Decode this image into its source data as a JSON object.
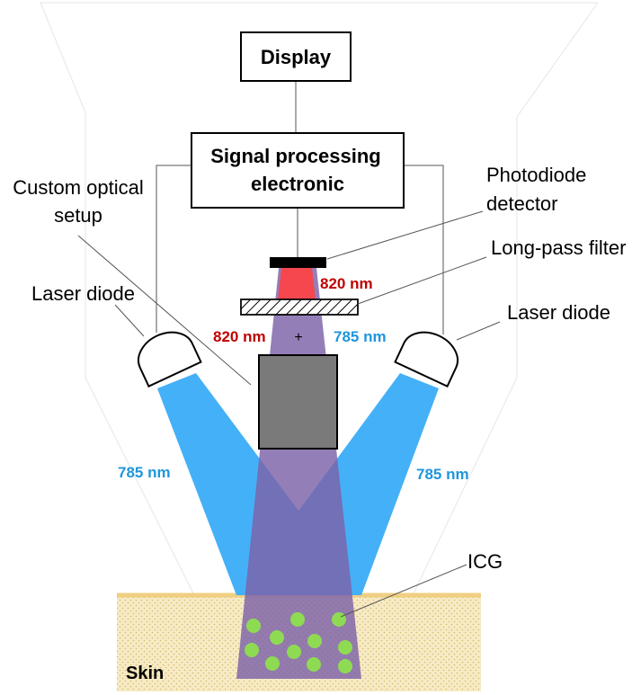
{
  "boxes": {
    "display": "Display",
    "signal_line1": "Signal processing",
    "signal_line2": "electronic"
  },
  "labels": {
    "custom_optical_line1": "Custom optical",
    "custom_optical_line2": "setup",
    "laser_diode_left": "Laser diode",
    "laser_diode_right": "Laser diode",
    "photodiode_line1": "Photodiode",
    "photodiode_line2": "detector",
    "long_pass_filter": "Long-pass filter",
    "icg": "ICG",
    "skin": "Skin",
    "plus": "+"
  },
  "wavelengths": {
    "red_top": "820 nm",
    "red_left": "820 nm",
    "blue_center": "785 nm",
    "blue_left": "785 nm",
    "blue_right": "785 nm"
  },
  "colors": {
    "red": "#c00000",
    "blue": "#1e96dc",
    "laser_beam": "#44b0f8",
    "combined_beam": "#8c6cae",
    "red_beam": "#f6474f",
    "skin": "#f6e6b8",
    "icg": "#8edb53",
    "housing": "#7a7a7a"
  }
}
